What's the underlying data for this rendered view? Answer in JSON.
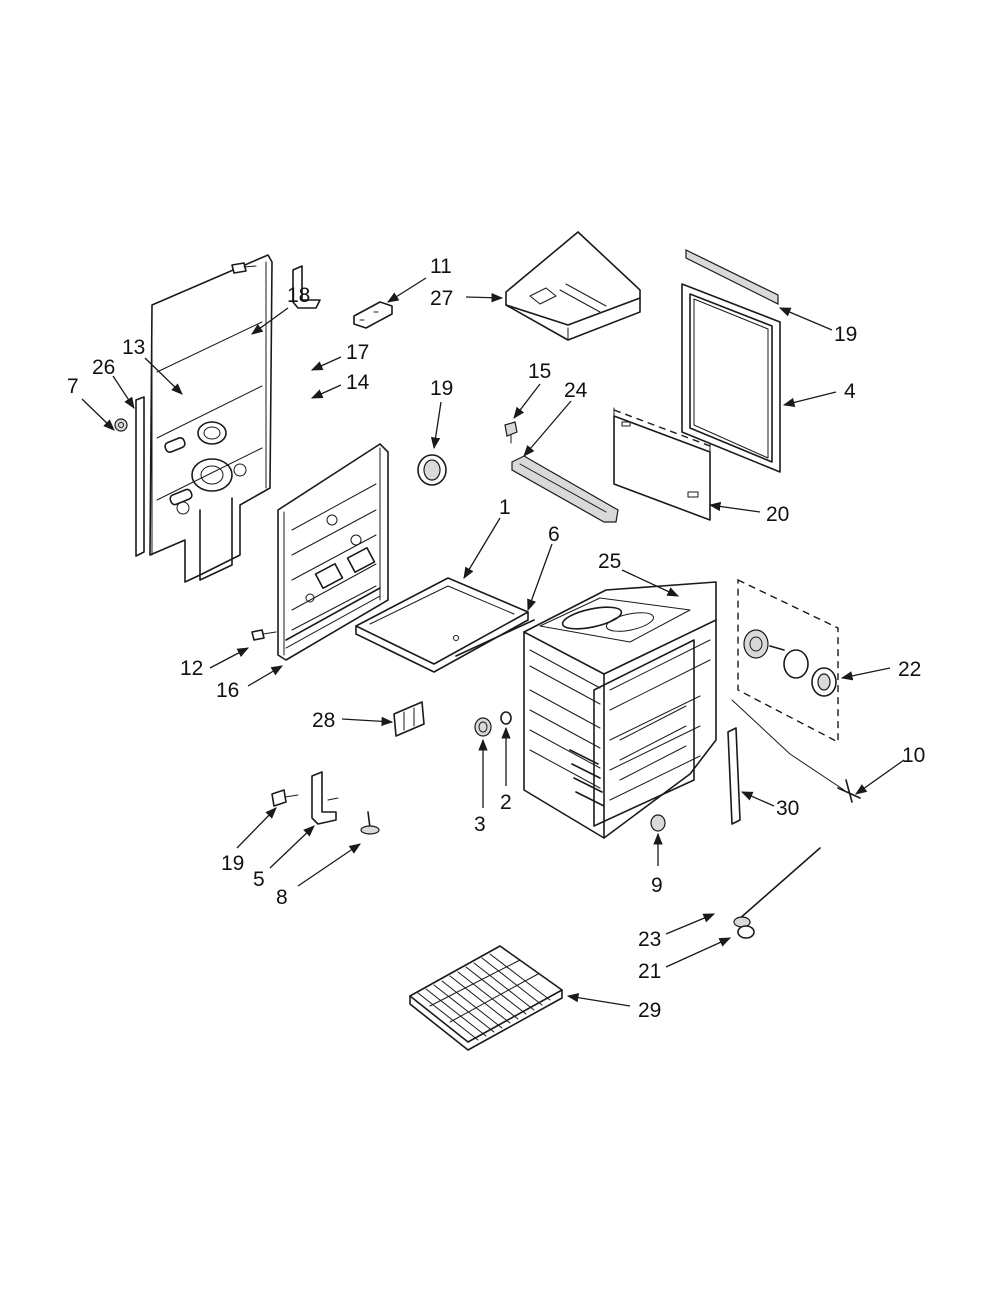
{
  "diagram": {
    "callouts": {
      "c1": "1",
      "c2": "2",
      "c3": "3",
      "c4": "4",
      "c5": "5",
      "c6": "6",
      "c7": "7",
      "c8": "8",
      "c9": "9",
      "c10": "10",
      "c11": "11",
      "c12": "12",
      "c13": "13",
      "c14": "14",
      "c15": "15",
      "c16": "16",
      "c17": "17",
      "c18": "18",
      "c19a": "19",
      "c19b": "19",
      "c19c": "19",
      "c20": "20",
      "c21": "21",
      "c22": "22",
      "c23": "23",
      "c24": "24",
      "c25": "25",
      "c26": "26",
      "c27": "27",
      "c28": "28",
      "c29": "29",
      "c30": "30"
    }
  }
}
